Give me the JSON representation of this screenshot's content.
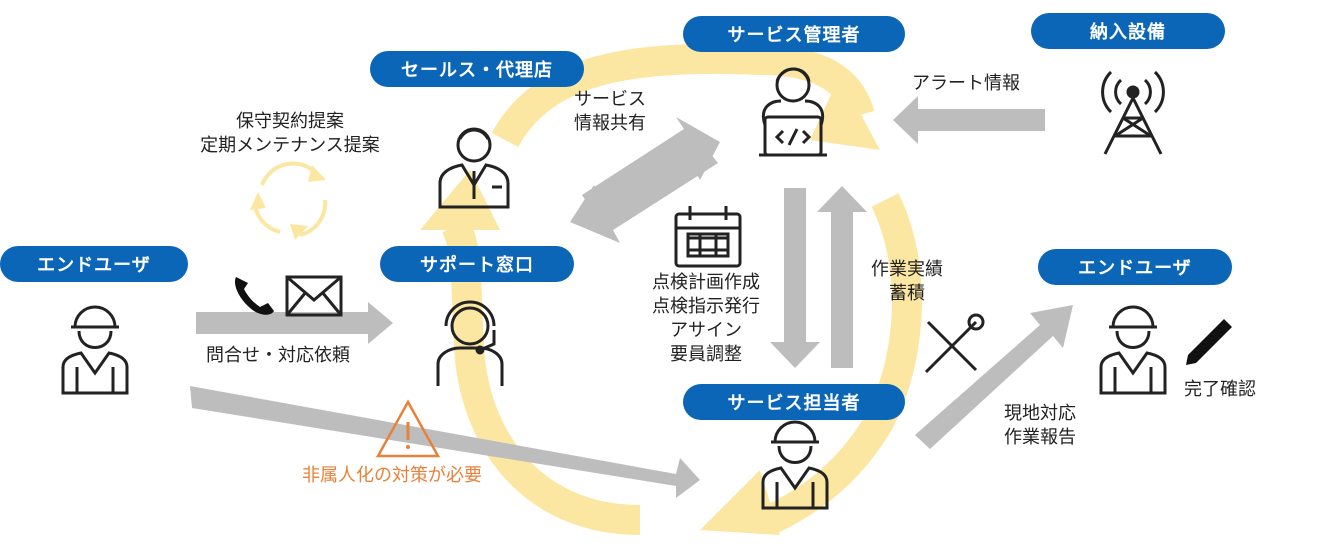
{
  "actors": {
    "end_user_left": "エンドユーザ",
    "sales_agent": "セールス・代理店",
    "service_manager": "サービス管理者",
    "delivered_equipment": "納入設備",
    "support_desk": "サポート窓口",
    "end_user_right": "エンドユーザ",
    "service_staff": "サービス担当者"
  },
  "labels": {
    "maintenance_line1": "保守契約提案",
    "maintenance_line2": "定期メンテナンス提案",
    "service_info_line1": "サービス",
    "service_info_line2": "情報共有",
    "alert_info": "アラート情報",
    "inquiry": "問合せ・対応依頼",
    "plan_line1": "点検計画作成",
    "plan_line2": "点検指示発行",
    "plan_line3": "アサイン",
    "plan_line4": "要員調整",
    "results_line1": "作業実績",
    "results_line2": "蓄積",
    "onsite_line1": "現地対応",
    "onsite_line2": "作業報告",
    "complete": "完了確認",
    "warning": "非属人化の対策が必要"
  },
  "colors": {
    "pill_blue": "#0B66B8",
    "cycle_yellow": "#FBE7A1",
    "arrow_gray": "#BDBDBD",
    "warning_orange": "#E8823A"
  }
}
